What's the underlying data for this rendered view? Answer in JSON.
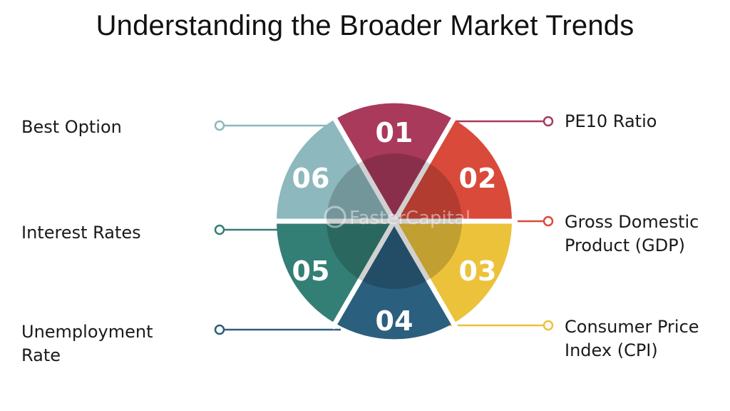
{
  "title": "Understanding the Broader Market Trends",
  "watermark": "FasterCapital",
  "segments": [
    {
      "number": "01",
      "label_lines": [
        "PE10 Ratio"
      ],
      "color": "#a93a5c"
    },
    {
      "number": "02",
      "label_lines": [
        "Gross Domestic",
        "Product (GDP)"
      ],
      "color": "#d94a3b"
    },
    {
      "number": "03",
      "label_lines": [
        "Consumer Price",
        "Index (CPI)"
      ],
      "color": "#ecc23b"
    },
    {
      "number": "04",
      "label_lines": [
        "Unemployment",
        "Rate"
      ],
      "color": "#2b5f7e"
    },
    {
      "number": "05",
      "label_lines": [
        "Interest Rates"
      ],
      "color": "#347f75"
    },
    {
      "number": "06",
      "label_lines": [
        "Best Option"
      ],
      "color": "#8db8bd"
    }
  ]
}
